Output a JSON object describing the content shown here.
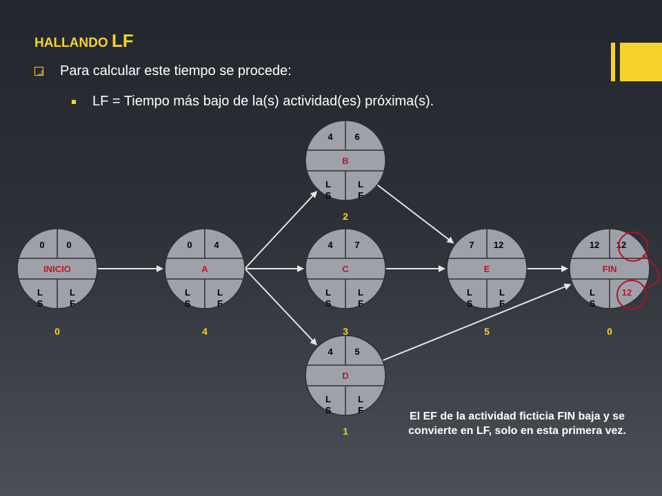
{
  "header": {
    "title_prefix": "HALLANDO ",
    "title_highlight": "LF"
  },
  "bullets": [
    "Para calcular este tiempo se procede:",
    "LF = Tiempo más bajo de la(s) actividad(es) próxima(s)."
  ],
  "colors": {
    "accent": "#f7d22b",
    "node_fill": "#9ea2a8",
    "node_label": "#c0122c",
    "highlight_circle": "#b0111f",
    "arrow": "#e6e6e6"
  },
  "nodes": [
    {
      "id": "inicio",
      "label": "INICIO",
      "es": "0",
      "ef": "0",
      "ls": "L\nS",
      "lf": "L\nF",
      "below": "0"
    },
    {
      "id": "a",
      "label": "A",
      "es": "0",
      "ef": "4",
      "ls": "L\nS",
      "lf": "L\nF",
      "below": "4"
    },
    {
      "id": "b",
      "label": "B",
      "es": "4",
      "ef": "6",
      "ls": "L\nS",
      "lf": "L\nF",
      "below": "2"
    },
    {
      "id": "c",
      "label": "C",
      "es": "4",
      "ef": "7",
      "ls": "L\nS",
      "lf": "L\nF",
      "below": "3"
    },
    {
      "id": "d",
      "label": "D",
      "es": "4",
      "ef": "5",
      "ls": "L\nS",
      "lf": "L\nF",
      "below": "1"
    },
    {
      "id": "e",
      "label": "E",
      "es": "7",
      "ef": "12",
      "ls": "L\nS",
      "lf": "L\nF",
      "below": "5"
    },
    {
      "id": "fin",
      "label": "FIN",
      "es": "12",
      "ef": "12",
      "ls": "L\nS",
      "lf": "12",
      "below": "0"
    }
  ],
  "edges": [
    {
      "from": "inicio",
      "to": "a"
    },
    {
      "from": "a",
      "to": "b"
    },
    {
      "from": "a",
      "to": "c"
    },
    {
      "from": "a",
      "to": "d"
    },
    {
      "from": "b",
      "to": "e"
    },
    {
      "from": "c",
      "to": "e"
    },
    {
      "from": "d",
      "to": "fin"
    },
    {
      "from": "e",
      "to": "fin"
    }
  ],
  "note": "El EF de la actividad ficticia FIN baja y se convierte en LF, solo en esta primera vez."
}
